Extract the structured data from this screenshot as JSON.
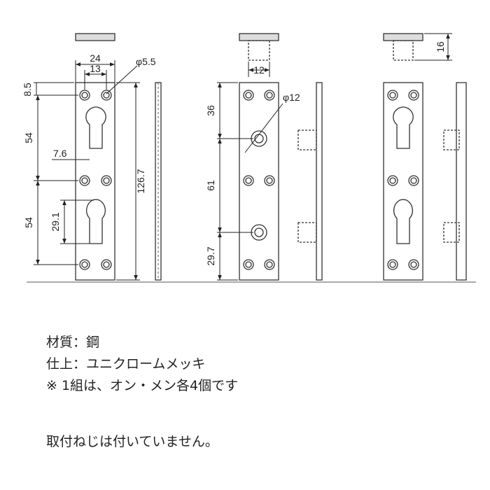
{
  "dimensions": {
    "width_total": "24",
    "hole_pitch": "13",
    "hole_dia": "φ5.5",
    "top_margin": "8.5",
    "upper_pitch": "54",
    "slot_width": "7.6",
    "lower_pitch": "54",
    "keyhole_len": "29.1",
    "total_len": "126.7",
    "stud_width": "12",
    "pin_dia": "φ12",
    "pin_top": "36",
    "pin_pitch": "61",
    "pin_bottom": "29.7",
    "thickness": "16"
  },
  "notes": {
    "material": "材質：鋼",
    "finish": "仕上：ユニクロームメッキ",
    "set": "※ 1組は、オン・メン各4個です"
  },
  "remark": "取付ねじは付いていません。",
  "colors": {
    "line": "#333333",
    "dim": "#222222"
  }
}
